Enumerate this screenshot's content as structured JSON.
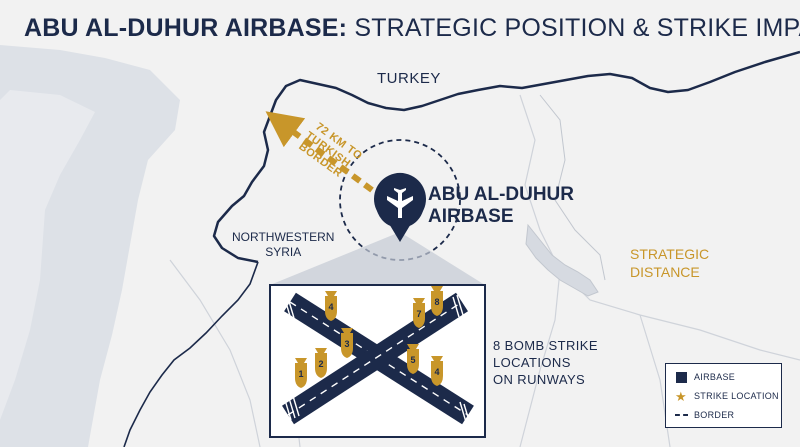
{
  "title": {
    "bold": "ABU AL-DUHUR AIRBASE:",
    "rest": "STRATEGIC POSITION & STRIKE IMPACT"
  },
  "labels": {
    "turkey": "TURKEY",
    "nw_line1": "NORTHWESTERN",
    "nw_line2": "SYRIA",
    "base_line1": "ABU AL-DUHUR",
    "base_line2": "AIRBASE",
    "strategic_line1": "STRATEGIC",
    "strategic_line2": "DISTANCE",
    "distance_line1": "72 KM TO",
    "distance_line2": "TURKISH",
    "distance_line3": "BORDER",
    "bombs_line1": "8 BOMB STRIKE",
    "bombs_line2": "LOCATIONS",
    "bombs_line3": "ON RUNWAYS"
  },
  "bombs": [
    "1",
    "2",
    "3",
    "4",
    "4",
    "5",
    "7",
    "8"
  ],
  "legend": {
    "airbase": "AIRBASE",
    "strike": "STRIKE LOCATION",
    "border": "BORDER",
    "airbase_icon": "square-icon",
    "strike_icon": "star-icon",
    "border_icon": "dashed-line-icon"
  },
  "colors": {
    "navy": "#1c2a4a",
    "gold": "#c8962a",
    "sea": "#dde1e7",
    "land": "#f2f2f2"
  }
}
